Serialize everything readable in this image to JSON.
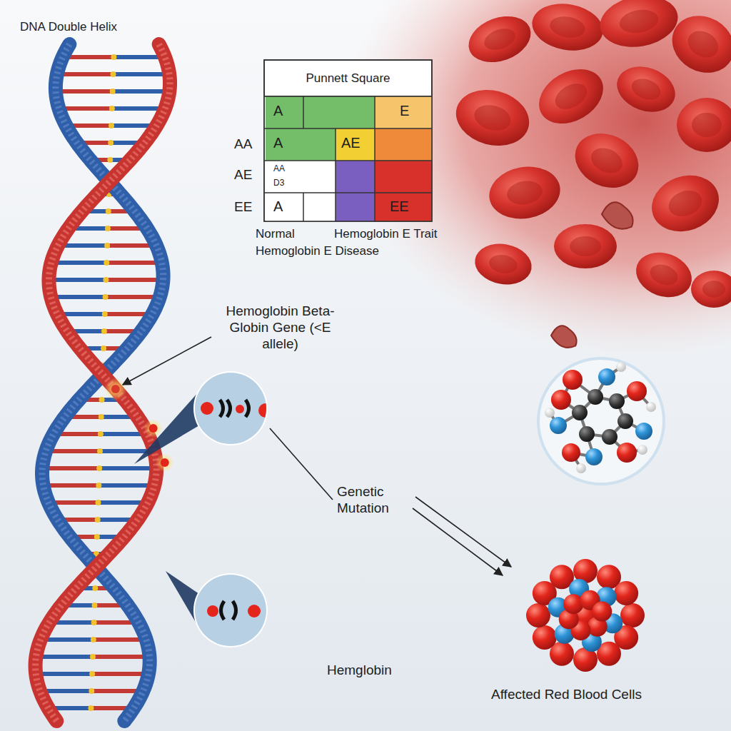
{
  "diagram": {
    "nodes": [
      {
        "text": [
          "Punnett Square"
        ]
      }
    ],
    "labels": [
      "DNA Double Helix",
      "A",
      "E",
      "AA",
      "A",
      "AE",
      "AE",
      "AA",
      "D3",
      "EE",
      "A",
      "EE",
      "Normal",
      "Hemoglobin E Trait",
      "Hemoglobin E Disease",
      "Hemoglobin Beta-Globin Gene (<E allele)",
      "Genetic Mutation",
      "Hemglobin",
      "Affected Red Blood Cells"
    ]
  }
}
